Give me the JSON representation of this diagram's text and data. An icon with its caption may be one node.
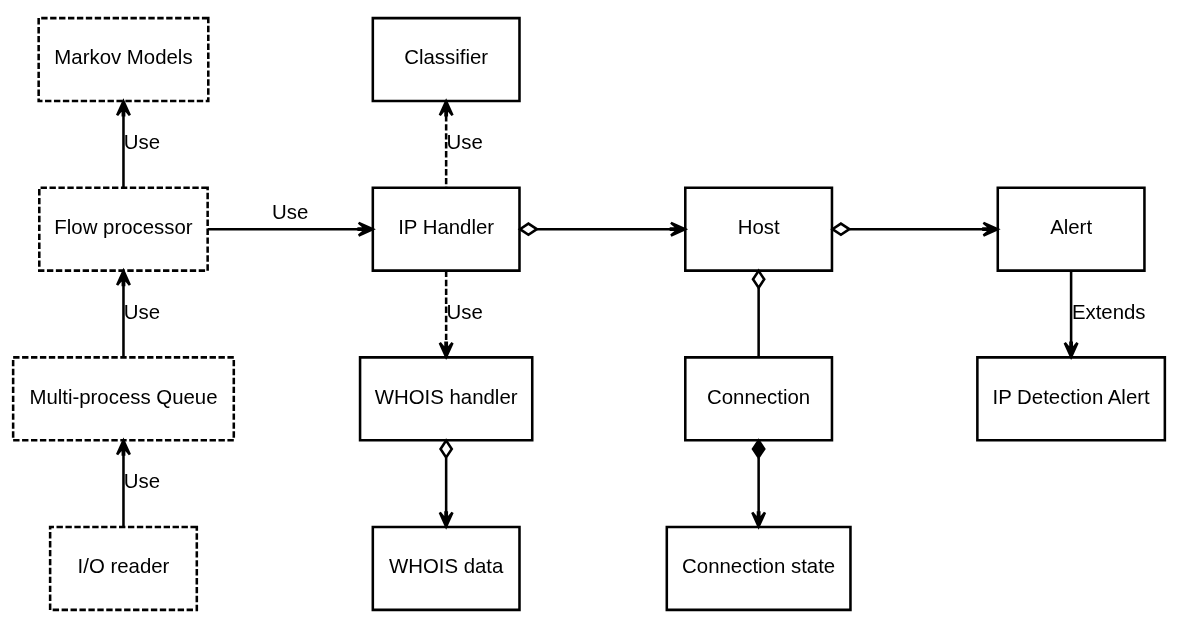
{
  "diagram": {
    "nodes": [
      {
        "text": [
          "Markov Models"
        ]
      },
      {
        "text": [
          "Flow processor"
        ]
      },
      {
        "text": [
          "Multi-process Queue"
        ]
      },
      {
        "text": [
          "I/O reader"
        ]
      },
      {
        "text": [
          "Classifier"
        ]
      },
      {
        "text": [
          "IP Handler"
        ]
      },
      {
        "text": [
          "WHOIS handler"
        ]
      },
      {
        "text": [
          "WHOIS data"
        ]
      },
      {
        "text": [
          "Host"
        ]
      },
      {
        "text": [
          "Connection"
        ]
      },
      {
        "text": [
          "Connection state"
        ]
      },
      {
        "text": [
          "Alert"
        ]
      },
      {
        "text": [
          "IP Detection Alert"
        ]
      }
    ],
    "edges": [
      {
        "from": 1,
        "to": 0,
        "arrow": "to",
        "label": "Use"
      },
      {
        "from": 1,
        "to": 5,
        "arrow": "to",
        "label": "Use"
      },
      {
        "from": 2,
        "to": 1,
        "arrow": "to",
        "label": "Use"
      },
      {
        "from": 3,
        "to": 2,
        "arrow": "to",
        "label": "Use"
      },
      {
        "from": 5,
        "to": 4,
        "arrow": "to",
        "label": "Use",
        "style": "dashed"
      },
      {
        "from": 5,
        "to": 8,
        "arrow": "to"
      },
      {
        "from": 5,
        "to": 6,
        "arrow": "to",
        "label": "Use",
        "style": "dashed"
      },
      {
        "from": 8,
        "to": 11,
        "arrow": "to"
      },
      {
        "from": 9,
        "to": 8,
        "arrow": "other"
      },
      {
        "from": 11,
        "to": 12,
        "arrow": "to",
        "label": "Extends"
      },
      {
        "from": 6,
        "to": 7,
        "arrow": "to"
      },
      {
        "from": 9,
        "to": 10,
        "arrow": "to"
      }
    ]
  }
}
